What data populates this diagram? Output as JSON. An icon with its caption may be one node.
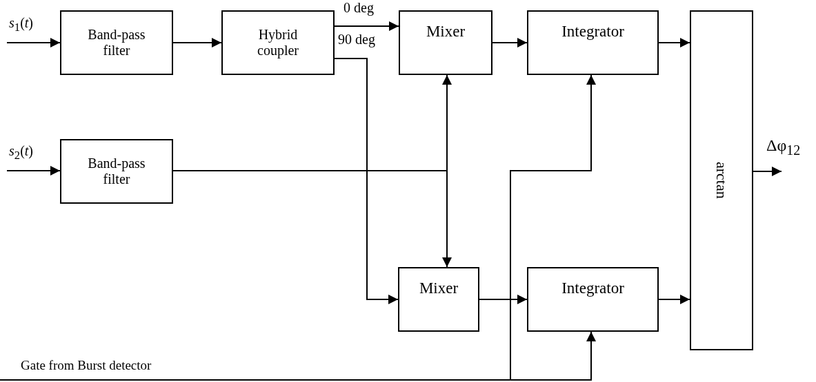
{
  "diagram": {
    "nodes": [
      {
        "text": [
          "Band-pass filter"
        ]
      },
      {
        "text": [
          "Hybrid coupler"
        ]
      },
      {
        "text": [
          "Mixer"
        ]
      },
      {
        "text": [
          "Integrator"
        ]
      },
      {
        "text": [
          "Band-pass filter"
        ]
      },
      {
        "text": [
          "arctan"
        ]
      },
      {
        "text": [
          "Mixer"
        ]
      },
      {
        "text": [
          "Integrator"
        ]
      },
      {
        "text": [
          "Gate from Burst detector"
        ]
      }
    ],
    "edges": [
      {
        "from": null,
        "to": 0,
        "arrow": "to",
        "label": "*s*$_{1}$(*t*)"
      },
      {
        "from": 0,
        "to": 1,
        "arrow": "to"
      },
      {
        "from": 1,
        "to": 2,
        "arrow": "to",
        "label": "0 deg"
      },
      {
        "from": 1,
        "to": 6,
        "arrow": "to",
        "label": "90 deg"
      },
      {
        "from": null,
        "to": 4,
        "arrow": "to",
        "label": "*s*$_{2}$(*t*)"
      },
      {
        "from": 4,
        "to": 2,
        "arrow": "to"
      },
      {
        "from": 4,
        "to": 6,
        "arrow": "to"
      },
      {
        "from": 2,
        "to": 3,
        "arrow": "to"
      },
      {
        "from": 6,
        "to": 7,
        "arrow": "to"
      },
      {
        "from": 3,
        "to": 5,
        "arrow": "to"
      },
      {
        "from": 7,
        "to": 5,
        "arrow": "to"
      },
      {
        "from": 5,
        "to": null,
        "arrow": "to",
        "label": "Δφ$_{12}$"
      },
      {
        "from": 8,
        "to": 3,
        "arrow": "to"
      },
      {
        "from": 8,
        "to": 7,
        "arrow": "to"
      }
    ]
  }
}
